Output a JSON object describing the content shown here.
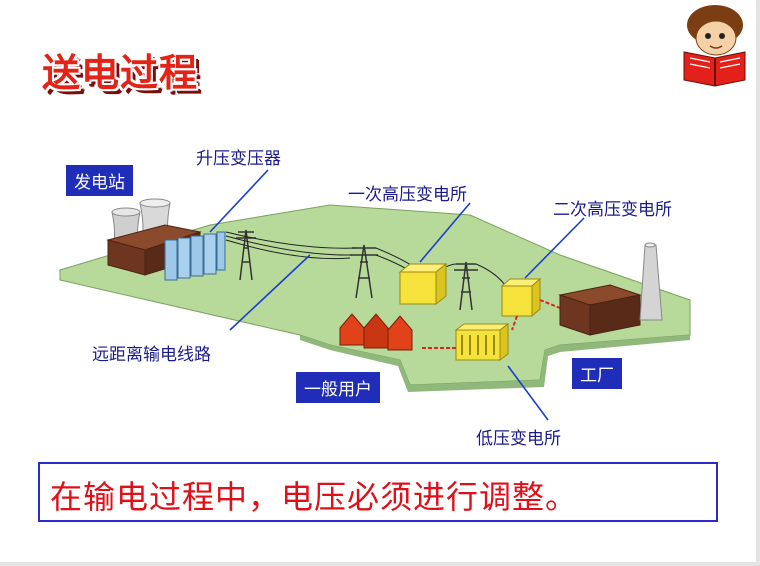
{
  "title": "送电过程",
  "labels": {
    "power_station": "发电站",
    "step_up_transformer": "升压变压器",
    "primary_hv_substation": "一次高压变电所",
    "secondary_hv_substation": "二次高压变电所",
    "long_distance_line": "远距离输电线路",
    "ordinary_users": "一般用户",
    "factory": "工厂",
    "low_voltage_substation": "低压变电所"
  },
  "conclusion": "在输电过程中，电压必须进行调整。",
  "colors": {
    "title_red": "#e32318",
    "label_blue": "#1a1a8c",
    "box_blue": "#1f2db8",
    "ground_green": "#b7d99a",
    "transformer_yellow": "#f5e23a",
    "house_red": "#e0421a",
    "conclusion_red": "#e0101a"
  },
  "icons": {
    "reading_boy": "reading-boy-icon"
  }
}
